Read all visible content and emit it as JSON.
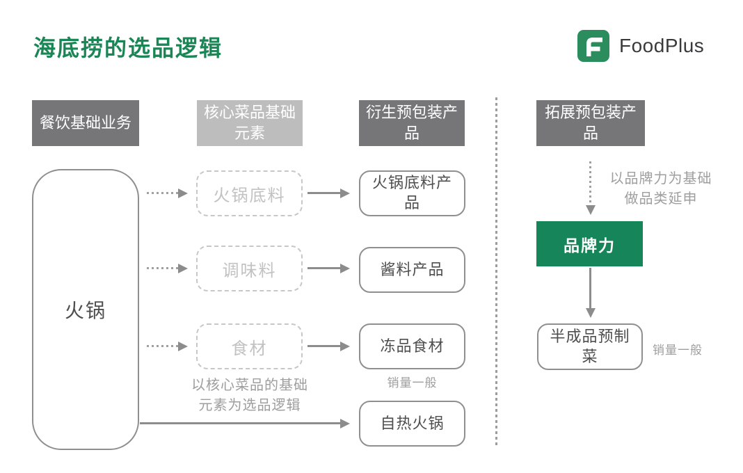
{
  "page": {
    "title": "海底捞的选品逻辑"
  },
  "brand": {
    "name": "FoodPlus"
  },
  "colors": {
    "title_green": "#1B8655",
    "accent_green": "#17855A",
    "header_dark_gray": "#767578",
    "header_light_gray": "#BDBDBD",
    "node_border_gray": "#8F8F8F",
    "muted_text_gray": "#9E9E9E"
  },
  "columns": {
    "restaurant_base": "餐饮基础业务",
    "core_elements": "核心菜品基础元素",
    "derived_packaged": "衍生预包装产品",
    "expansion_packaged": "拓展预包装产品"
  },
  "restaurant_base": {
    "item": "火锅"
  },
  "core_elements": {
    "items": [
      "火锅底料",
      "调味料",
      "食材"
    ],
    "caption_line1": "以核心菜品的基础",
    "caption_line2": "元素为选品逻辑"
  },
  "derived_products": {
    "hotpot_base": "火锅底料产品",
    "sauce": "酱料产品",
    "frozen": "冻品食材",
    "frozen_note": "销量一般",
    "self_heating": "自热火锅"
  },
  "expansion": {
    "annotation_line1": "以品牌力为基础",
    "annotation_line2": "做品类延申",
    "brand_power": "品牌力",
    "product": "半成品预制菜",
    "product_note": "销量一般"
  }
}
